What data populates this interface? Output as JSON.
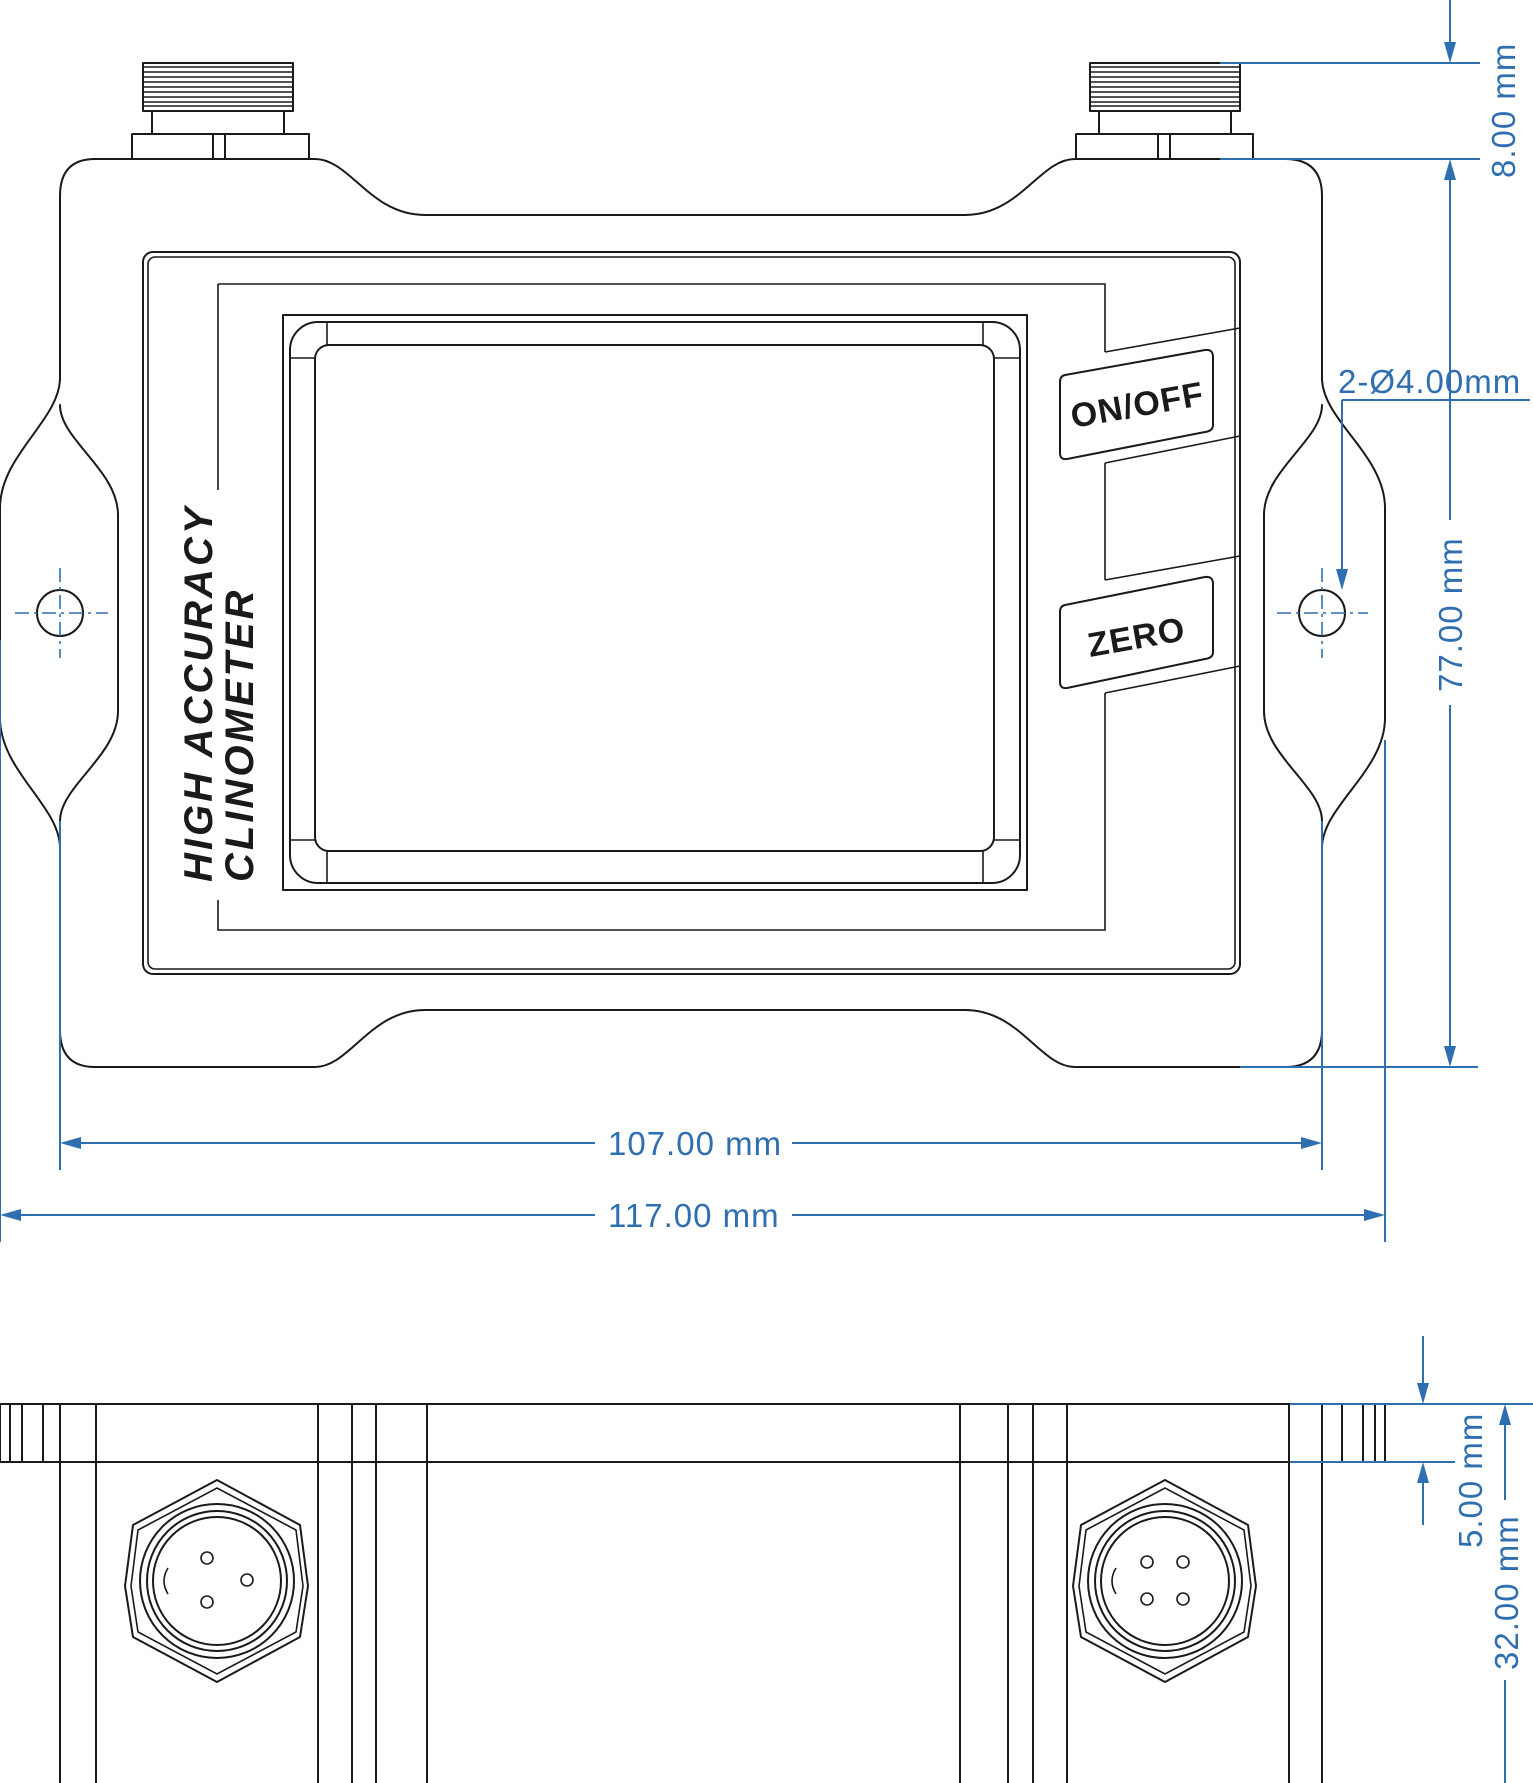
{
  "device": {
    "brand_line1": "HIGH ACCURACY",
    "brand_line2": "CLINOMETER",
    "button_onoff": "ON/OFF",
    "button_zero": "ZERO"
  },
  "dimensions": {
    "connector_height": "8.00 mm",
    "body_height": "77.00 mm",
    "hole_spec": "2-Ø4.00mm",
    "hole_spacing": "107.00 mm",
    "overall_width": "117.00 mm",
    "flange_thickness": "5.00 mm",
    "depth": "32.00 mm"
  },
  "colors": {
    "dimension_line": "#2f6fb0",
    "outline": "#1a1a1a"
  }
}
